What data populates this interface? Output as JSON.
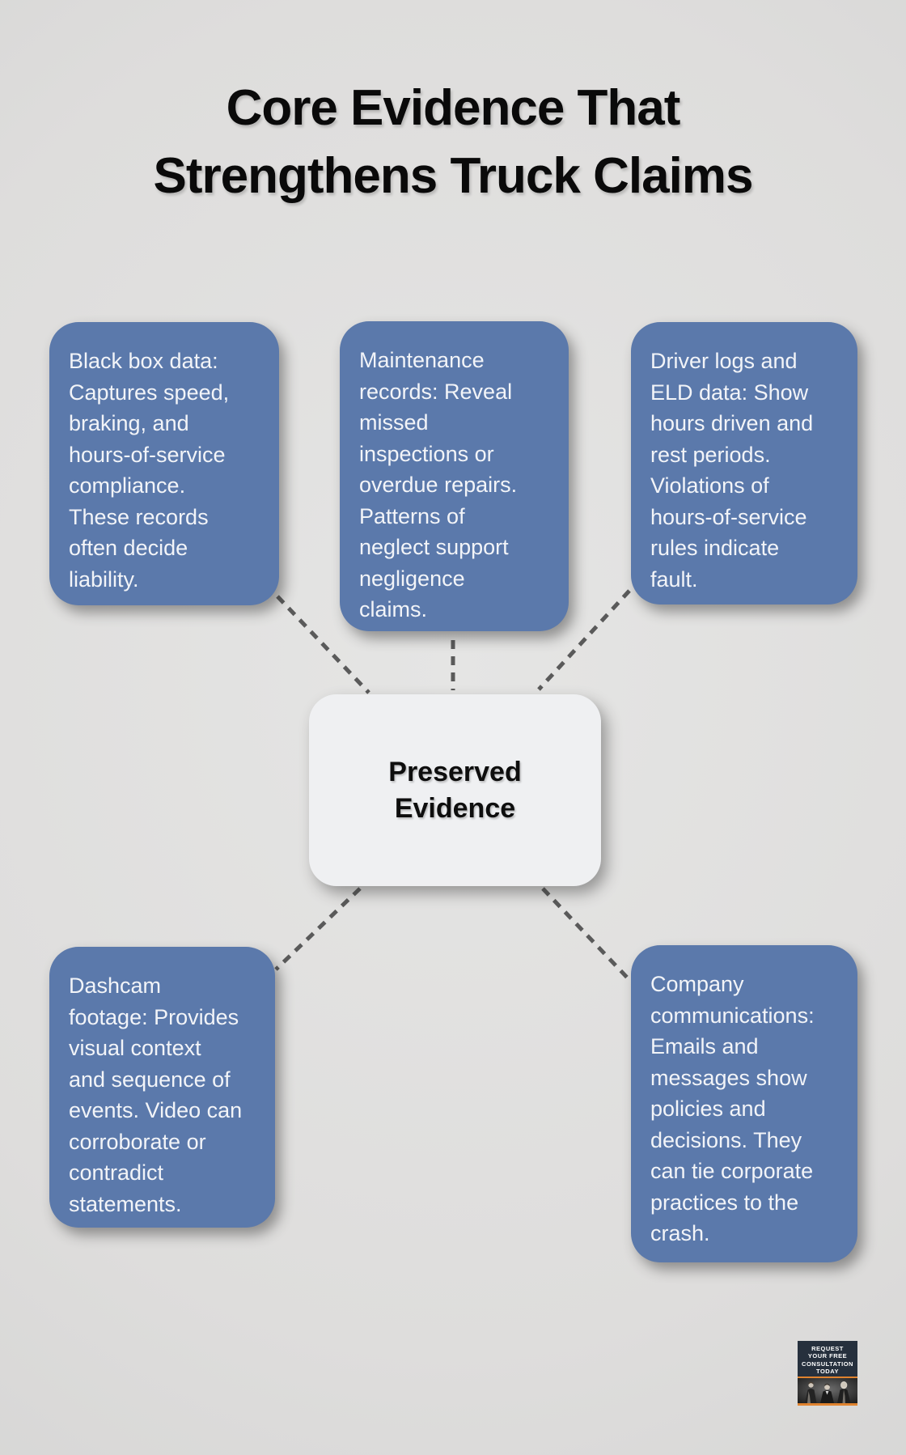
{
  "page": {
    "title": "Core Evidence That\nStrengthens Truck Claims"
  },
  "diagram": {
    "center_label": "Preserved\nEvidence",
    "nodes": [
      {
        "id": "black-box-data",
        "text": "Black box data:\nCaptures speed,\nbraking, and\nhours-of-service\ncompliance.\nThese records\noften decide\nliability."
      },
      {
        "id": "maintenance-records",
        "text": "Maintenance\nrecords: Reveal\nmissed\ninspections or\noverdue repairs.\nPatterns of\nneglect support\nnegligence\nclaims."
      },
      {
        "id": "driver-logs-eld",
        "text": "Driver logs and\nELD data: Show\nhours driven and\nrest periods.\nViolations of\nhours-of-service\nrules indicate\nfault."
      },
      {
        "id": "dashcam-footage",
        "text": "Dashcam\nfootage: Provides\nvisual context\nand sequence of\nevents. Video can\ncorroborate or\ncontradict\nstatements."
      },
      {
        "id": "company-communications",
        "text": "Company\ncommunications:\nEmails and\nmessages show\npolicies and\ndecisions. They\ncan tie corporate\npractices to the\ncrash."
      }
    ]
  },
  "badge": {
    "text": "REQUEST\nYOUR FREE\nCONSULTATION\nTODAY"
  },
  "colors": {
    "background": "#dedddc",
    "node_fill": "#5b79ab",
    "node_text": "#f2f4f8",
    "center_fill": "#eff0f2",
    "center_text": "#0e0e0e",
    "title_text": "#0a0a0a",
    "connector": "#5a5a5a",
    "badge_bg": "#26303d",
    "badge_accent": "#e0832f",
    "badge_text": "#ffffff"
  }
}
